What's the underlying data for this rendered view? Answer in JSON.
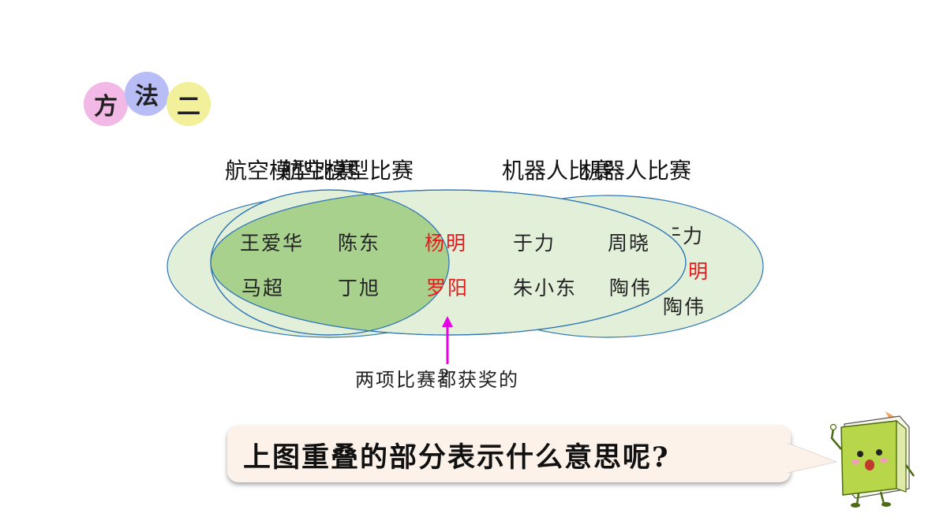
{
  "badge": {
    "chars": [
      "方",
      "法",
      "二"
    ],
    "colors": [
      "#f2b8e6",
      "#b8bdf5",
      "#f2f09a"
    ]
  },
  "titles": {
    "aero_back": "航空模型比赛",
    "aero_front": "航空模型比赛",
    "robot_back": "机器人比赛",
    "robot_front": "机器人比赛"
  },
  "venn": {
    "left_only": [
      "王爱华",
      "陈东",
      "马超",
      "丁旭"
    ],
    "both": [
      "杨明",
      "罗阳"
    ],
    "right_only": [
      "于力",
      "周晓",
      "朱小东",
      "陶伟"
    ],
    "back_fragments": [
      "于力",
      "明",
      "陶伟"
    ],
    "overlap_color": "#a9d18e",
    "circle_fill": "#e2efd9",
    "circle_stroke": "#2e75b6",
    "highlight_color": "#e8181d"
  },
  "arrow": {
    "label": "两项比赛都获奖的",
    "question": "?",
    "color": "#e600e6"
  },
  "prompt": {
    "text": "上图重叠的部分表示什么意思呢?"
  },
  "mascot": {
    "icon": "book-mascot-icon"
  }
}
